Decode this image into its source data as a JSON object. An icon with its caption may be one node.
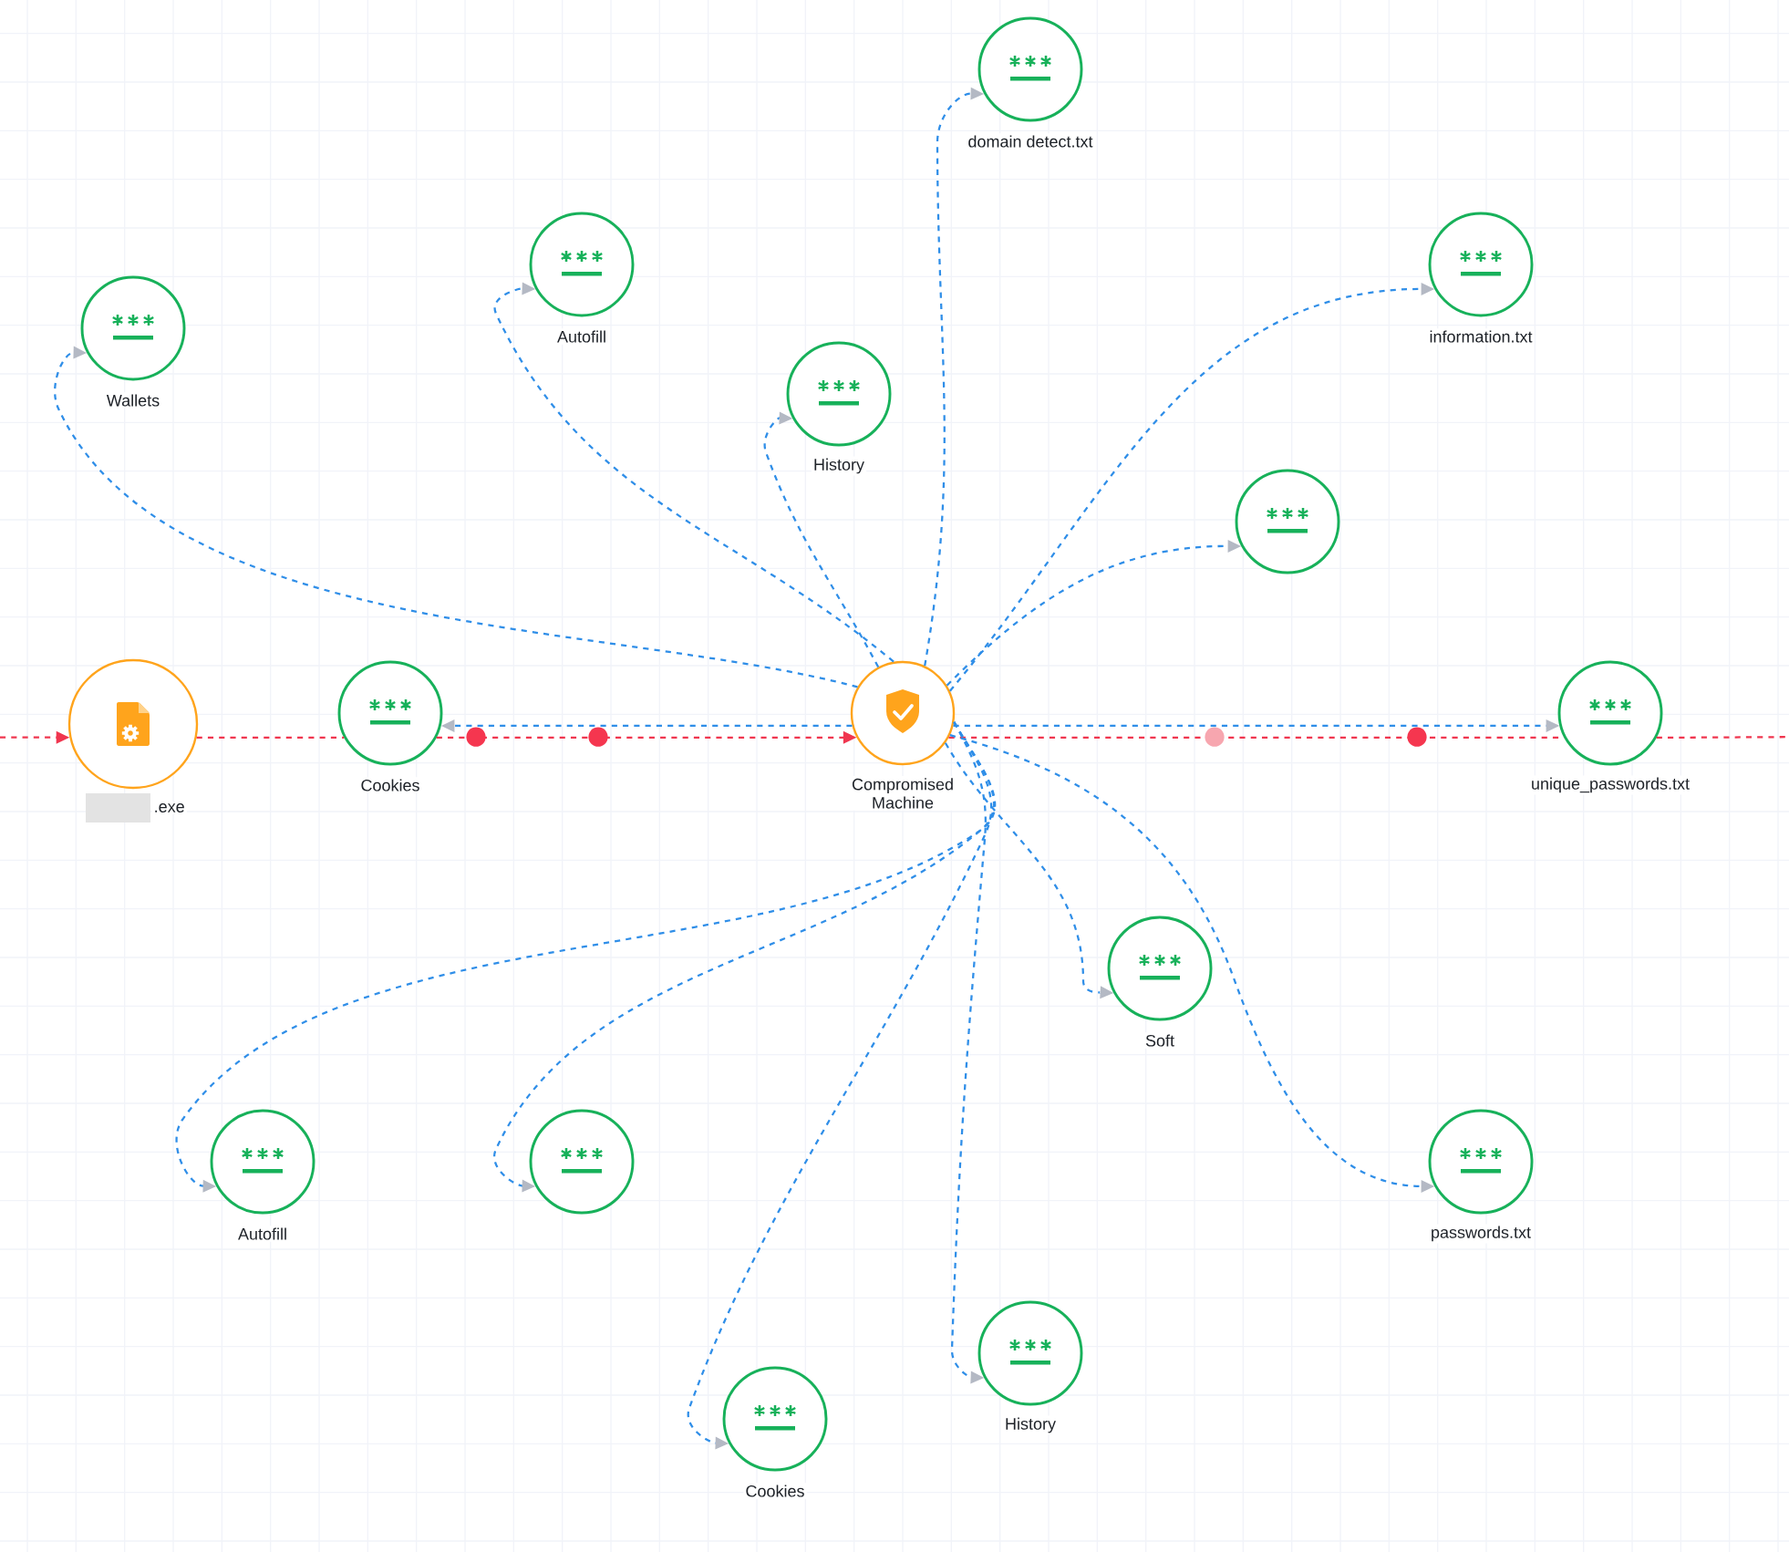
{
  "diagram": {
    "nodes": [
      {
        "text": [
          "domain detect.txt"
        ]
      },
      {
        "text": [
          "Autofill"
        ]
      },
      {
        "text": [
          "information.txt"
        ]
      },
      {
        "text": [
          "Wallets"
        ]
      },
      {
        "text": [
          "History"
        ]
      },
      {
        "text": [],
        "shape": "circle"
      },
      {
        "text": [
          ".exe"
        ]
      },
      {
        "text": [
          "Cookies"
        ]
      },
      {
        "text": [
          "Compromised Machine"
        ]
      },
      {
        "text": [
          "unique_passwords.txt"
        ]
      },
      {
        "text": [
          "Soft"
        ]
      },
      {
        "text": [
          "Autofill"
        ]
      },
      {
        "text": [],
        "shape": "circle"
      },
      {
        "text": [
          "passwords.txt"
        ]
      },
      {
        "text": [
          "History"
        ]
      },
      {
        "text": [
          "Cookies"
        ]
      }
    ],
    "edges": [
      {
        "from": null,
        "to": 6,
        "arrow": "to",
        "style": "dashed",
        "color": "#f0364f"
      },
      {
        "from": 6,
        "to": 7,
        "arrow": "none",
        "style": "dashed",
        "color": "#f0364f"
      },
      {
        "from": 7,
        "to": 8,
        "arrow": "to",
        "style": "dashed",
        "color": "#f0364f"
      },
      {
        "from": 8,
        "to": 9,
        "arrow": "none",
        "style": "dashed",
        "color": "#f0364f"
      },
      {
        "from": 9,
        "to": null,
        "arrow": "none",
        "style": "dashed",
        "color": "#f0364f"
      },
      {
        "from": 8,
        "to": 0,
        "arrow": "to",
        "style": "dashed"
      },
      {
        "from": 8,
        "to": 1,
        "arrow": "to",
        "style": "dashed"
      },
      {
        "from": 8,
        "to": 2,
        "arrow": "to",
        "style": "dashed"
      },
      {
        "from": 8,
        "to": 3,
        "arrow": "to",
        "style": "dashed"
      },
      {
        "from": 8,
        "to": 4,
        "arrow": "to",
        "style": "dashed"
      },
      {
        "from": 8,
        "to": 5,
        "arrow": "to",
        "style": "dashed"
      },
      {
        "from": 8,
        "to": 7,
        "arrow": "to",
        "style": "dashed"
      },
      {
        "from": 8,
        "to": 9,
        "arrow": "to",
        "style": "dashed"
      },
      {
        "from": 8,
        "to": 10,
        "arrow": "to",
        "style": "dashed"
      },
      {
        "from": 8,
        "to": 11,
        "arrow": "to",
        "style": "dashed"
      },
      {
        "from": 8,
        "to": 12,
        "arrow": "to",
        "style": "dashed"
      },
      {
        "from": 8,
        "to": 13,
        "arrow": "to",
        "style": "dashed"
      },
      {
        "from": 8,
        "to": 14,
        "arrow": "to",
        "style": "dashed"
      },
      {
        "from": 8,
        "to": 15,
        "arrow": "to",
        "style": "dashed"
      }
    ]
  }
}
